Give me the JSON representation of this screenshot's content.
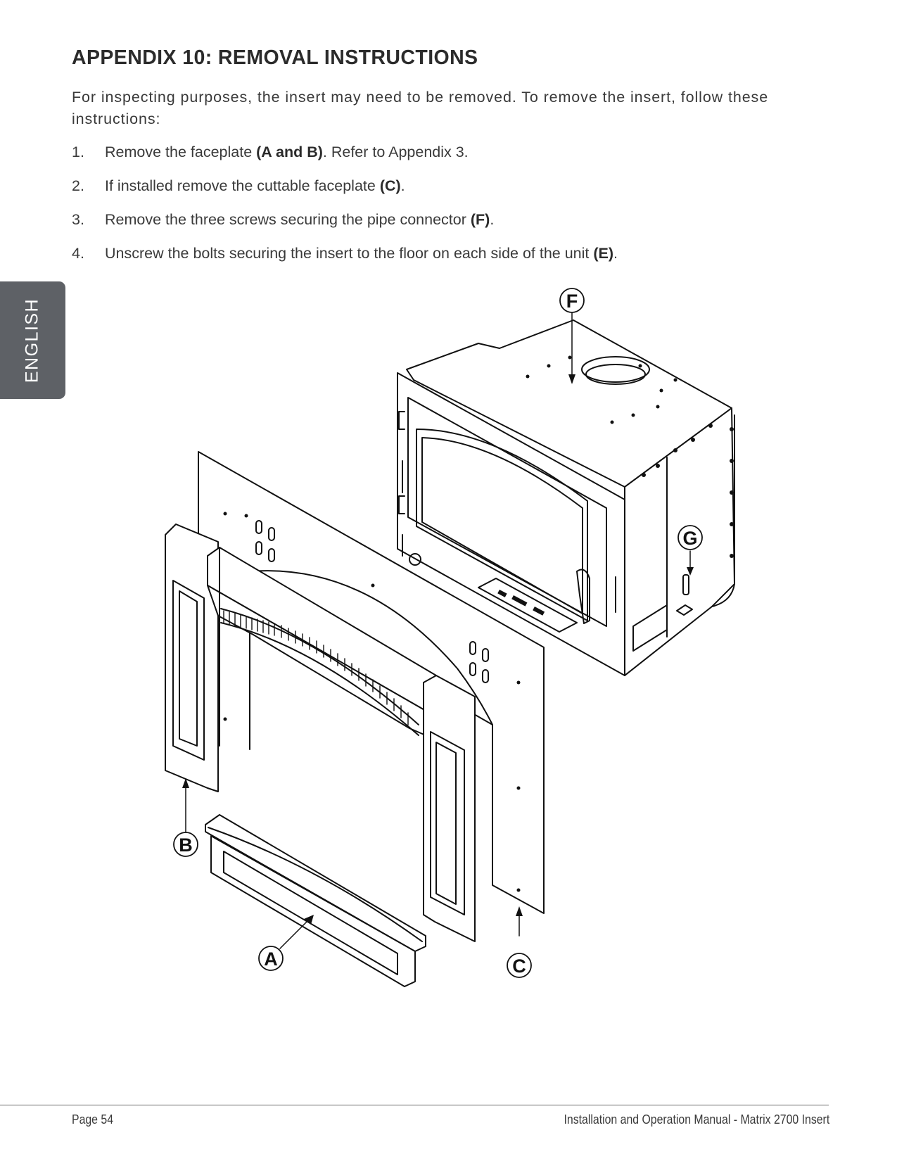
{
  "side_tab": {
    "label": "ENGLISH"
  },
  "title": "APPENDIX 10:  REMOVAL INSTRUCTIONS",
  "intro": "For inspecting purposes, the insert may need to be removed. To remove the insert, follow these instructions:",
  "steps": [
    {
      "num": "1.",
      "before": "Remove the faceplate ",
      "bold": "(A and B)",
      "after": ". Refer to Appendix 3."
    },
    {
      "num": "2.",
      "before": "If installed remove the cuttable faceplate ",
      "bold": "(C)",
      "after": "."
    },
    {
      "num": "3.",
      "before": "Remove the three screws securing the pipe connector ",
      "bold": "(F)",
      "after": "."
    },
    {
      "num": "4.",
      "before": "Unscrew the bolts securing the insert to the floor on each side of the unit ",
      "bold": "(E)",
      "after": "."
    }
  ],
  "figure": {
    "callouts": {
      "A": "A",
      "B": "B",
      "C": "C",
      "F": "F",
      "G": "G"
    }
  },
  "footer": {
    "page": "Page 54",
    "doc_title": "Installation and Operation Manual - Matrix 2700 Insert"
  }
}
